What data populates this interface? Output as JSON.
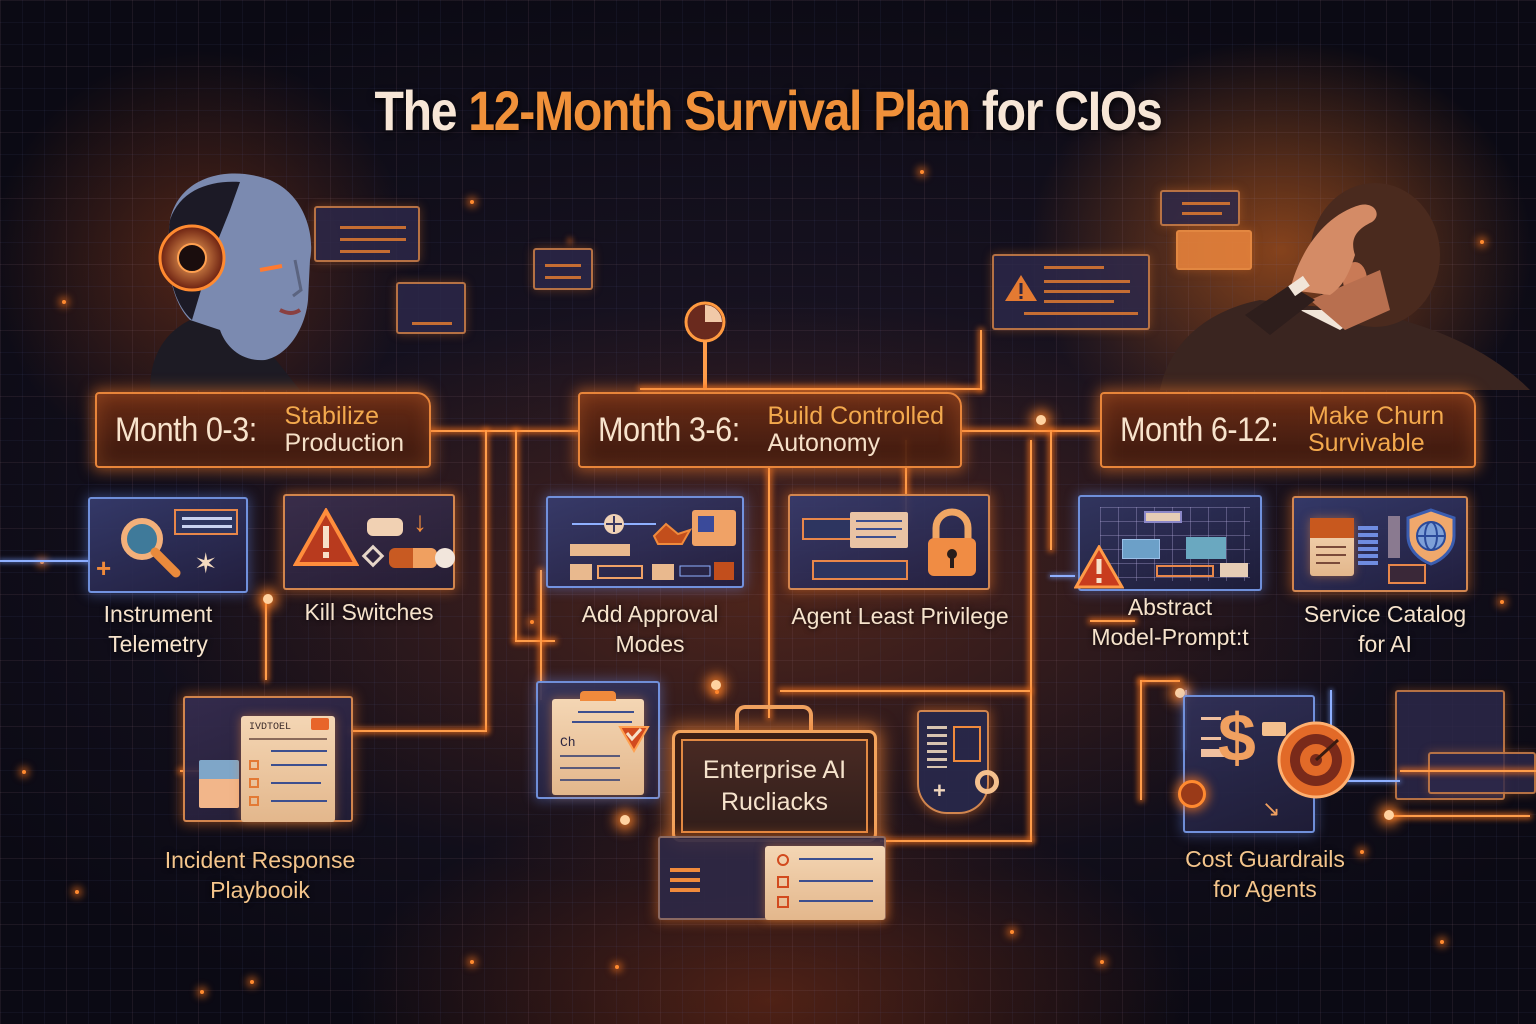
{
  "title": {
    "prefix": "The ",
    "accent": "12-Month Survival Plan",
    "suffix": " for CIOs"
  },
  "colors": {
    "accent_orange": "#f0913a",
    "title_cream": "#f7e6d6",
    "background": "#0b0a14",
    "card_blue": "#2f3360",
    "glow": "#ff8a30"
  },
  "characters": {
    "left": "robot-head-icon",
    "right": "stressed-executive-icon"
  },
  "phases": [
    {
      "month": "Month 0-3:",
      "goal_line1": "Stabilize",
      "goal_line2": "Production",
      "tasks": [
        {
          "label_line1": "Instrument",
          "label_line2": "Telemetry",
          "icon": "magnifier-icon"
        },
        {
          "label_line1": "Kill Switches",
          "label_line2": "",
          "icon": "warning-triangle-icon"
        },
        {
          "label_line1": "Incident Response",
          "label_line2": "Playbooik",
          "icon": "playbook-document-icon",
          "doc_header": "IVDTOEL"
        }
      ]
    },
    {
      "month": "Month 3-6:",
      "goal_line1": "Build Controlled",
      "goal_line2": "Autonomy",
      "tasks": [
        {
          "label_line1": "Add Approval",
          "label_line2": "Modes",
          "icon": "approval-workflow-icon"
        },
        {
          "label_line1": "Agent Least Privilege",
          "label_line2": "",
          "icon": "padlock-icon"
        }
      ]
    },
    {
      "month": "Month 6-12:",
      "goal_line1": "Make Churn",
      "goal_line2": "Survivable",
      "tasks": [
        {
          "label_line1": "Abstract",
          "label_line2": "Model-Prompt:t",
          "icon": "warning-triangle-icon"
        },
        {
          "label_line1": "Service Catalog",
          "label_line2": "for AI",
          "icon": "globe-shield-icon"
        },
        {
          "label_line1": "Cost Guardrails",
          "label_line2": "for Agents",
          "icon": "dollar-target-icon"
        }
      ]
    }
  ],
  "center": {
    "line1": "Enterprise AI",
    "line2": "Rucliacks",
    "icon": "briefcase-icon",
    "checklist_icon": "checklist-icon",
    "clipboard_text": "Ch"
  }
}
